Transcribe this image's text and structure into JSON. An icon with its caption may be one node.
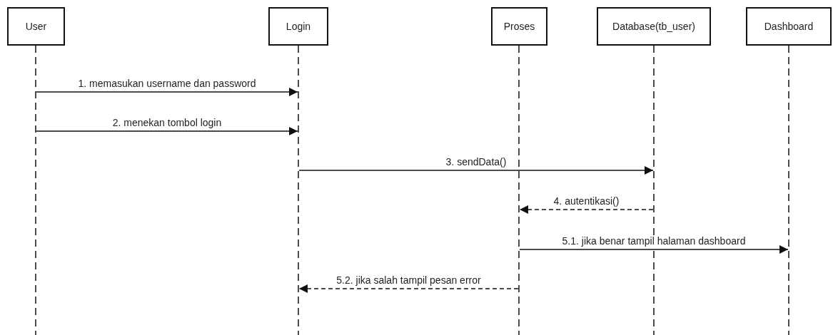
{
  "diagram": {
    "nodes": [
      {
        "text": [
          "User"
        ]
      },
      {
        "text": [
          "Login"
        ]
      },
      {
        "text": [
          "Proses"
        ]
      },
      {
        "text": [
          "Database(tb_user)"
        ]
      },
      {
        "text": [
          "Dashboard"
        ]
      },
      {
        "text": [],
        "shape": "line"
      },
      {
        "text": [],
        "shape": "line"
      },
      {
        "text": [],
        "shape": "line"
      },
      {
        "text": [],
        "shape": "line"
      },
      {
        "text": [],
        "shape": "line"
      }
    ],
    "edges": [
      {
        "from": 5,
        "to": 6,
        "arrow": "to",
        "label": "1. memasukan username dan password"
      },
      {
        "from": 5,
        "to": 6,
        "arrow": "to",
        "label": "2. menekan tombol login"
      },
      {
        "from": 6,
        "to": 8,
        "arrow": "to",
        "label": "3. sendData()"
      },
      {
        "from": 8,
        "to": 7,
        "arrow": "to",
        "label": "4. autentikasi()",
        "style": "dashed"
      },
      {
        "from": 7,
        "to": 9,
        "arrow": "to",
        "label": "5.1. jika benar tampil halaman dashboard"
      },
      {
        "from": 7,
        "to": 6,
        "arrow": "to",
        "label": "5.2. jika salah tampil pesan error",
        "style": "dashed"
      }
    ]
  }
}
